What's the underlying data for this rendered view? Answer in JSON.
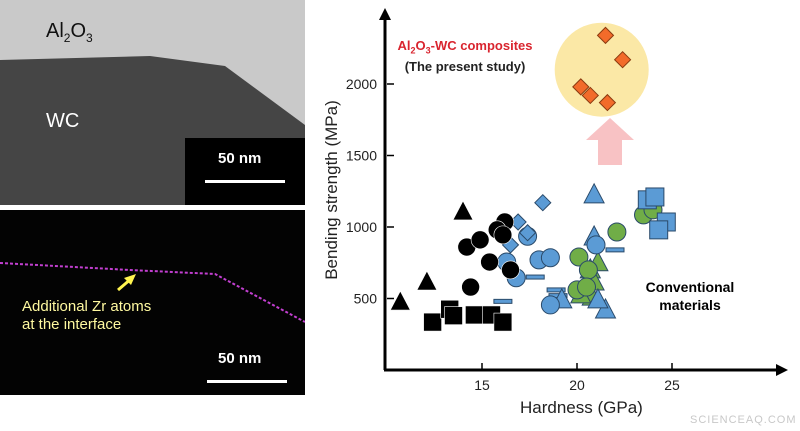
{
  "panel_top": {
    "label_al2o3": "Al",
    "label_al2o3_sub1": "2",
    "label_al2o3_o": "O",
    "label_al2o3_sub2": "3",
    "label_wc": "WC",
    "scale_bar": "50 nm"
  },
  "panel_bottom": {
    "annotation_line1": "Additional Zr atoms",
    "annotation_line2": "at the interface",
    "scale_bar": "50 nm",
    "line_color": "#c23fd0"
  },
  "watermark": "SCIENCEAQ.COM",
  "chart_data": {
    "type": "scatter",
    "xlabel": "Hardness (GPa)",
    "ylabel": "Bending strength (MPa)",
    "xlim": [
      10,
      30
    ],
    "ylim": [
      0,
      2500
    ],
    "xticks": [
      15,
      20,
      25
    ],
    "yticks": [
      500,
      1000,
      1500,
      2000
    ],
    "grid": false,
    "annotations": {
      "present_title_a": "Al",
      "present_sub1": "2",
      "present_title_b": "O",
      "present_sub2": "3",
      "present_title_c": "-WC composites",
      "present_line2": "(The present study)",
      "conventional_line1": "Conventional",
      "conventional_line2": "materials"
    },
    "colors": {
      "black": "#000000",
      "blue": "#5b9bd5",
      "green": "#70ad47",
      "orange": "#f26b2a",
      "highlight": "#fbe8a6",
      "arrow": "#f8c2c4",
      "present_title": "#d9252f"
    },
    "series": [
      {
        "group": "present study",
        "marker": "diamond",
        "color": "orange",
        "x": [
          21.5,
          22.4,
          20.2,
          20.7,
          21.6
        ],
        "y": [
          2340,
          2170,
          1980,
          1920,
          1870
        ]
      },
      {
        "marker": "triangle",
        "color": "black",
        "x": [
          10.7,
          12.1,
          14.0
        ],
        "y": [
          475,
          615,
          1105
        ]
      },
      {
        "marker": "circle",
        "color": "black",
        "x": [
          14.2,
          14.4,
          16.2,
          15.8,
          15.4,
          16.5,
          16.1,
          14.9
        ],
        "y": [
          860,
          580,
          1035,
          980,
          755,
          700,
          945,
          910
        ]
      },
      {
        "marker": "square",
        "color": "black",
        "x": [
          12.4,
          13.3,
          14.6,
          15.5,
          16.1,
          13.5
        ],
        "y": [
          335,
          425,
          385,
          385,
          335,
          380
        ]
      },
      {
        "marker": "diamond",
        "color": "blue",
        "x": [
          18.2,
          16.9,
          17.4,
          16.5
        ],
        "y": [
          1170,
          1035,
          960,
          875
        ]
      },
      {
        "marker": "circle",
        "color": "blue",
        "x": [
          16.8,
          16.3,
          18.0,
          18.6,
          18.6,
          17.4,
          21.0
        ],
        "y": [
          645,
          755,
          770,
          785,
          455,
          935,
          875
        ]
      },
      {
        "marker": "triangle",
        "color": "blue",
        "x": [
          20.9,
          20.9,
          21.5,
          21.1,
          19.2
        ],
        "y": [
          1225,
          930,
          420,
          490,
          490
        ]
      },
      {
        "marker": "square",
        "color": "blue",
        "x": [
          23.7,
          24.1,
          24.7,
          24.3
        ],
        "y": [
          1190,
          1210,
          1035,
          980
        ]
      },
      {
        "marker": "bar",
        "color": "blue",
        "x": [
          22.0,
          17.8,
          18.9,
          16.1,
          19.0
        ],
        "y": [
          840,
          650,
          560,
          480,
          520
        ]
      },
      {
        "marker": "circle",
        "color": "green",
        "x": [
          22.1,
          23.5,
          24.0,
          20.1,
          20.6,
          20.0,
          20.5
        ],
        "y": [
          965,
          1085,
          1120,
          790,
          700,
          560,
          580
        ]
      },
      {
        "marker": "triangle",
        "color": "green",
        "x": [
          20.7,
          21.1,
          20.8,
          20.2,
          20.9
        ],
        "y": [
          700,
          750,
          510,
          525,
          615
        ]
      }
    ]
  }
}
